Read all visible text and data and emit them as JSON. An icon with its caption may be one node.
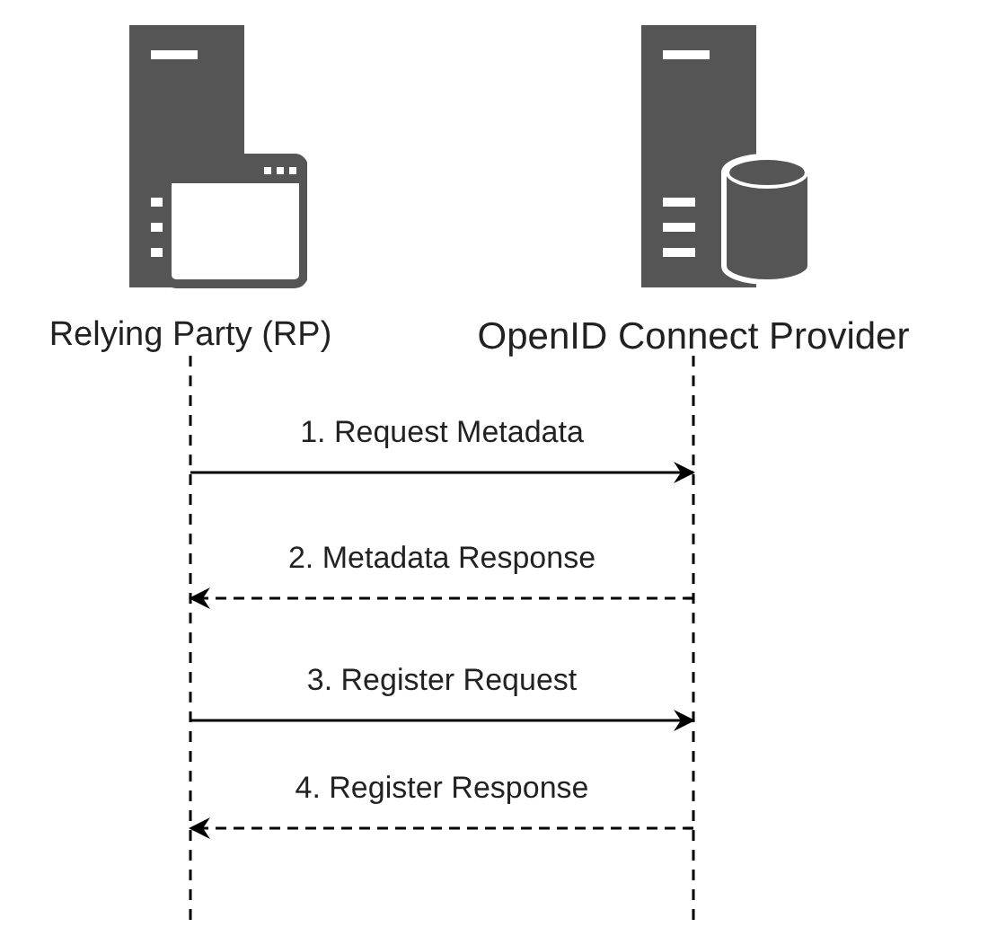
{
  "diagram": {
    "nodes": [
      {
        "text": [
          "Relying Party (RP)"
        ]
      },
      {
        "text": [
          "OpenID Connect Provider"
        ]
      }
    ],
    "edges": [
      {
        "from": 0,
        "to": 1,
        "arrow": "to",
        "label": "1. Request Metadata"
      },
      {
        "from": 1,
        "to": 0,
        "arrow": "to",
        "style": "dashed",
        "label": "2. Metadata Response"
      },
      {
        "from": 0,
        "to": 1,
        "arrow": "to",
        "label": "3. Register Request"
      },
      {
        "from": 1,
        "to": 0,
        "arrow": "to",
        "style": "dashed",
        "label": "4. Register Response"
      }
    ]
  }
}
